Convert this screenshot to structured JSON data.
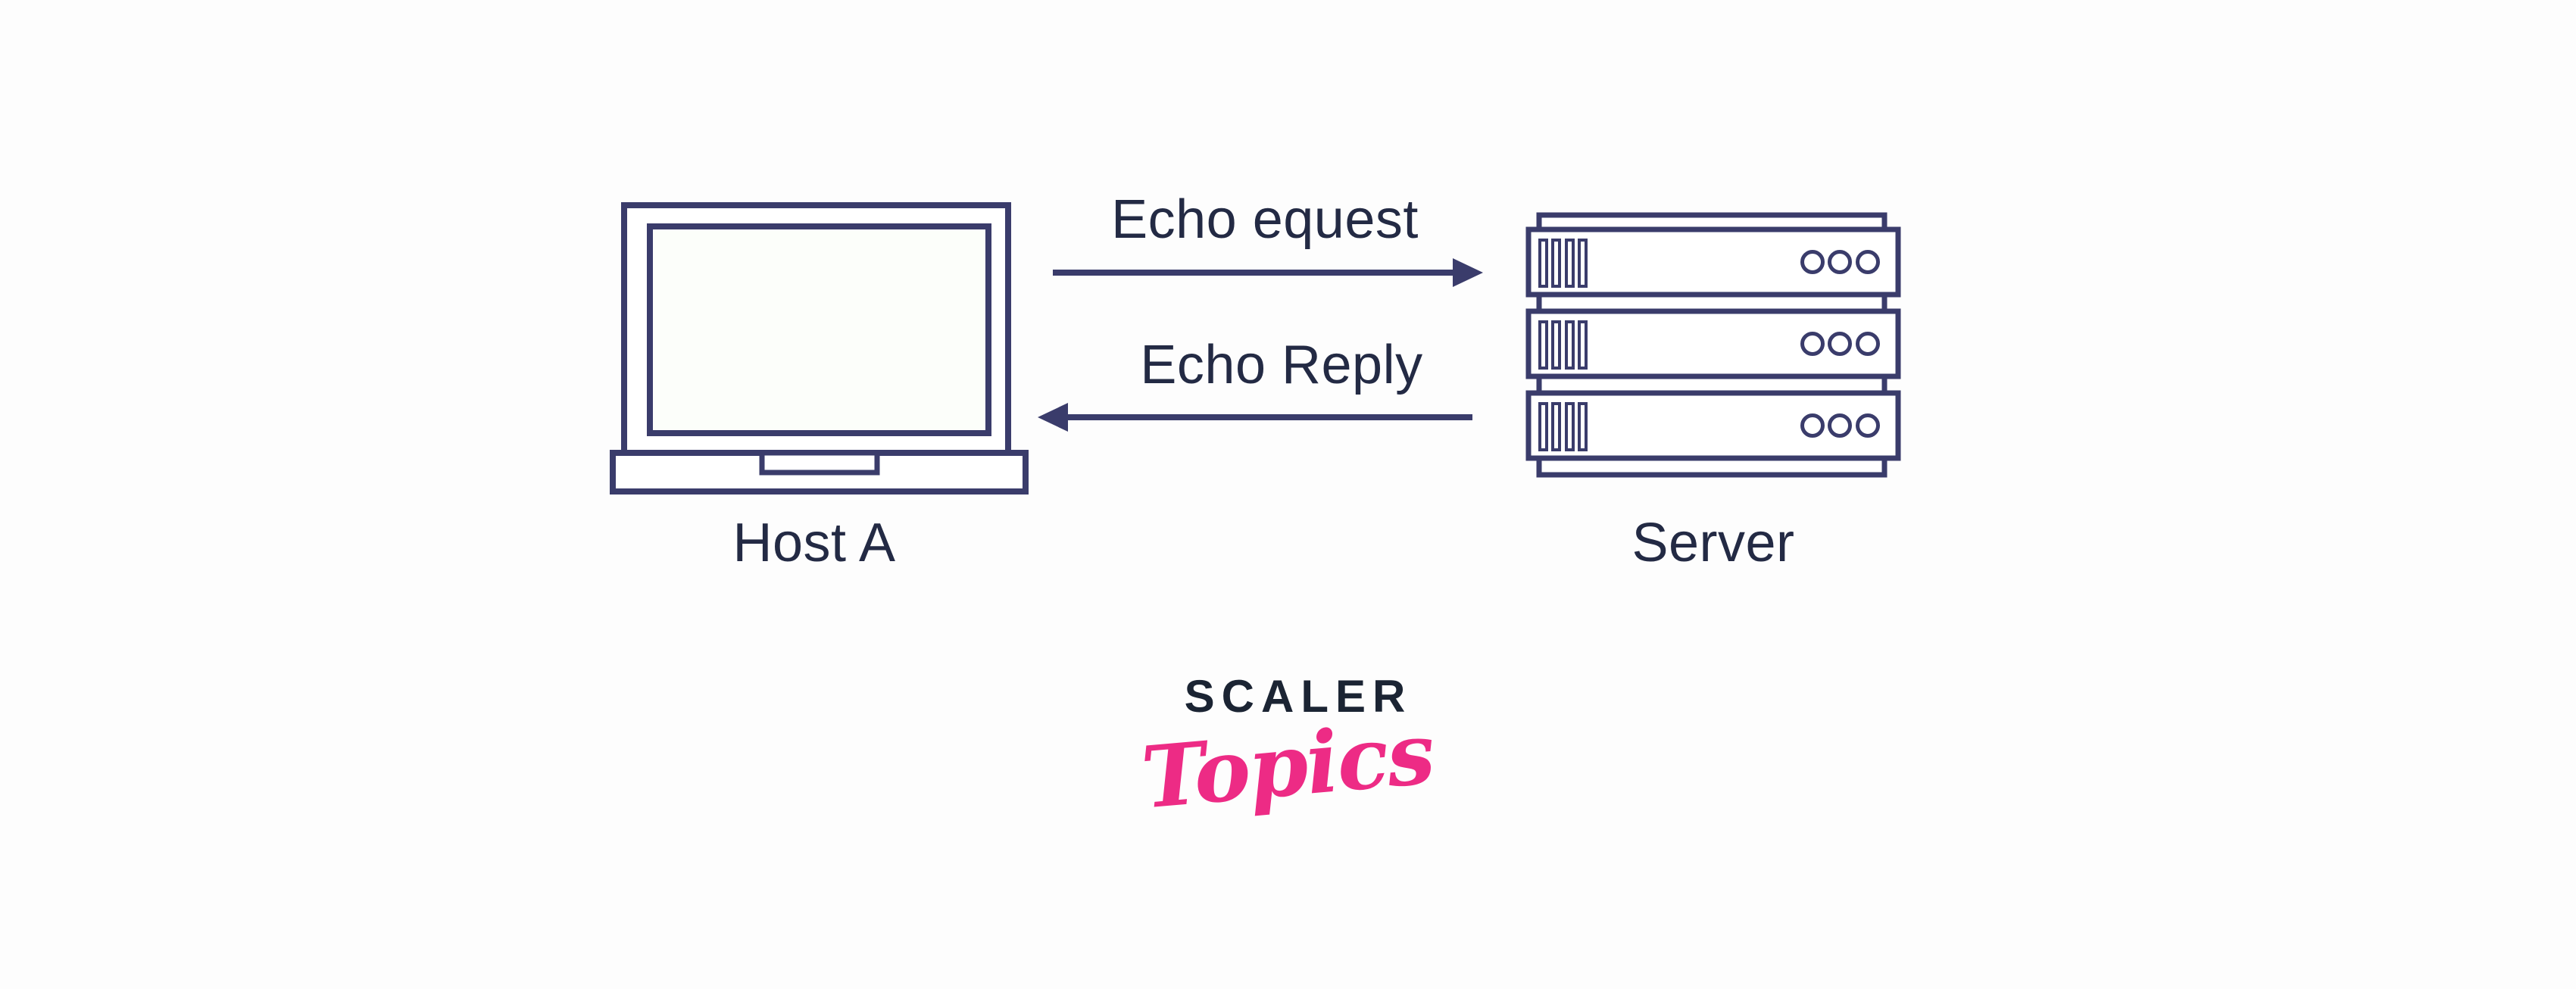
{
  "diagram": {
    "nodes": [
      {
        "id": "host-a",
        "label": "Host A",
        "icon": "laptop-icon"
      },
      {
        "id": "server",
        "label": "Server",
        "icon": "server-rack-icon"
      }
    ],
    "messages": [
      {
        "label": "Echo equest",
        "direction": "right",
        "from": "host-a",
        "to": "server"
      },
      {
        "label": "Echo Reply",
        "direction": "left",
        "from": "server",
        "to": "host-a"
      }
    ]
  },
  "logo": {
    "primary": "SCALER",
    "secondary": "Topics"
  },
  "theme": {
    "background": "#fdfdfd",
    "outline": "#3a3c6b",
    "text": "#232a44",
    "screen_fill": "#fcfefa",
    "logo_primary_color": "#1b2433",
    "logo_secondary_color": "#ed2b85"
  }
}
